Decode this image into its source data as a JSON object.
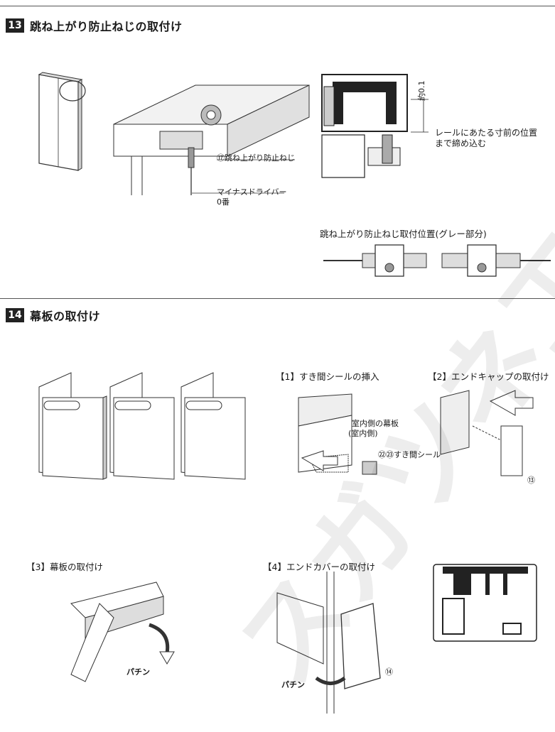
{
  "sections": [
    {
      "number": "13",
      "title": "跳ね上がり防止ねじの取付け"
    },
    {
      "number": "14",
      "title": "幕板の取付け"
    }
  ],
  "s13": {
    "screw_label": "⑰跳ね上がり防止ねじ",
    "driver_label_1": "マイナスドライバー",
    "driver_label_2": "0番",
    "dim_label": "約0.1",
    "tighten_label_1": "レールにあたる寸前の位置",
    "tighten_label_2": "まで締め込む",
    "position_caption": "跳ね上がり防止ねじ取付位置(グレー部分)"
  },
  "s14": {
    "step1": "【1】すき間シールの挿入",
    "step2": "【2】エンドキャップの取付け",
    "step3": "【3】幕板の取付け",
    "step4": "【4】エンドカバーの取付け",
    "valance_label_1": "室内側の幕板",
    "valance_label_2": "(室内側)",
    "seal_label": "㉒㉓すき間シール",
    "endcap_num": "⑬",
    "endcover_num": "⑭",
    "snap1": "パチン",
    "snap2": "パチン"
  },
  "watermark": "スガツネ工業"
}
